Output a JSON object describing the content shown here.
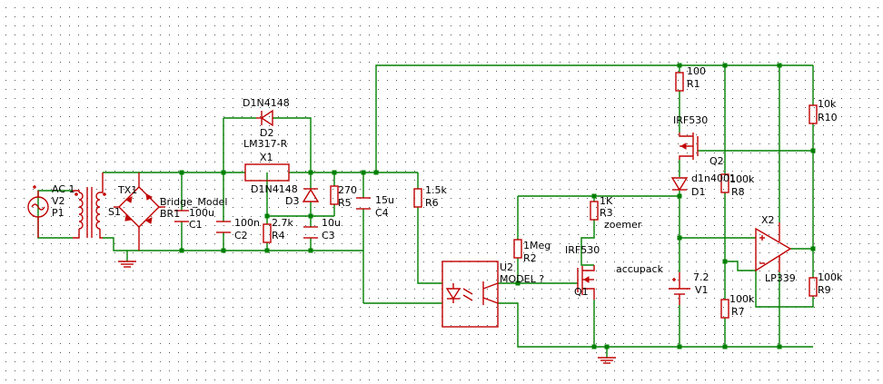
{
  "schematic": {
    "sources": {
      "ac_value": "AC 1",
      "ac_ref": "V2",
      "ac_pin": "P1"
    },
    "transformer": {
      "ref": "TX1",
      "pin": "S1"
    },
    "bridge": {
      "model": "Bridge_Model",
      "ref": "BR1"
    },
    "capacitors": {
      "c1_value": "100u",
      "c1_ref": "C1",
      "c2_value": "100n",
      "c2_ref": "C2",
      "c3_value": "10u",
      "c3_ref": "C3",
      "c4_value": "15u",
      "c4_ref": "C4"
    },
    "regulator": {
      "value": "LM317-R",
      "ref": "X1"
    },
    "diodes": {
      "d2_value": "D1N4148",
      "d2_ref": "D2",
      "d3_value": "D1N4148",
      "d3_ref": "D3",
      "d1_value": "d1n4001",
      "d1_ref": "D1"
    },
    "resistors": {
      "r4_value": "2.7k",
      "r4_ref": "R4",
      "r5_value": "270",
      "r5_ref": "R5",
      "r6_value": "1.5k",
      "r6_ref": "R6",
      "r2_value": "1Meg",
      "r2_ref": "R2",
      "r3_value": "1K",
      "r3_ref": "R3",
      "r1_value": "100",
      "r1_ref": "R1",
      "r10_value": "10k",
      "r10_ref": "R10",
      "r8_value": "100k",
      "r8_ref": "R8",
      "r9_value": "100k",
      "r9_ref": "R9",
      "r7_value": "100k",
      "r7_ref": "R7"
    },
    "optocoupler": {
      "ref": "U2",
      "model": "MODEL ?"
    },
    "mosfets": {
      "q1_value": "IRF530",
      "q1_ref": "Q1",
      "q2_value": "IRF530",
      "q2_ref": "Q2"
    },
    "opamp": {
      "value": "LP339",
      "ref": "X2"
    },
    "battery": {
      "value": "7.2",
      "ref": "V1",
      "note": "accupack"
    },
    "buzzer_note": "zoemer",
    "colors": {
      "wire": "#008000",
      "component": "#c00000",
      "grid": "#555555"
    }
  }
}
